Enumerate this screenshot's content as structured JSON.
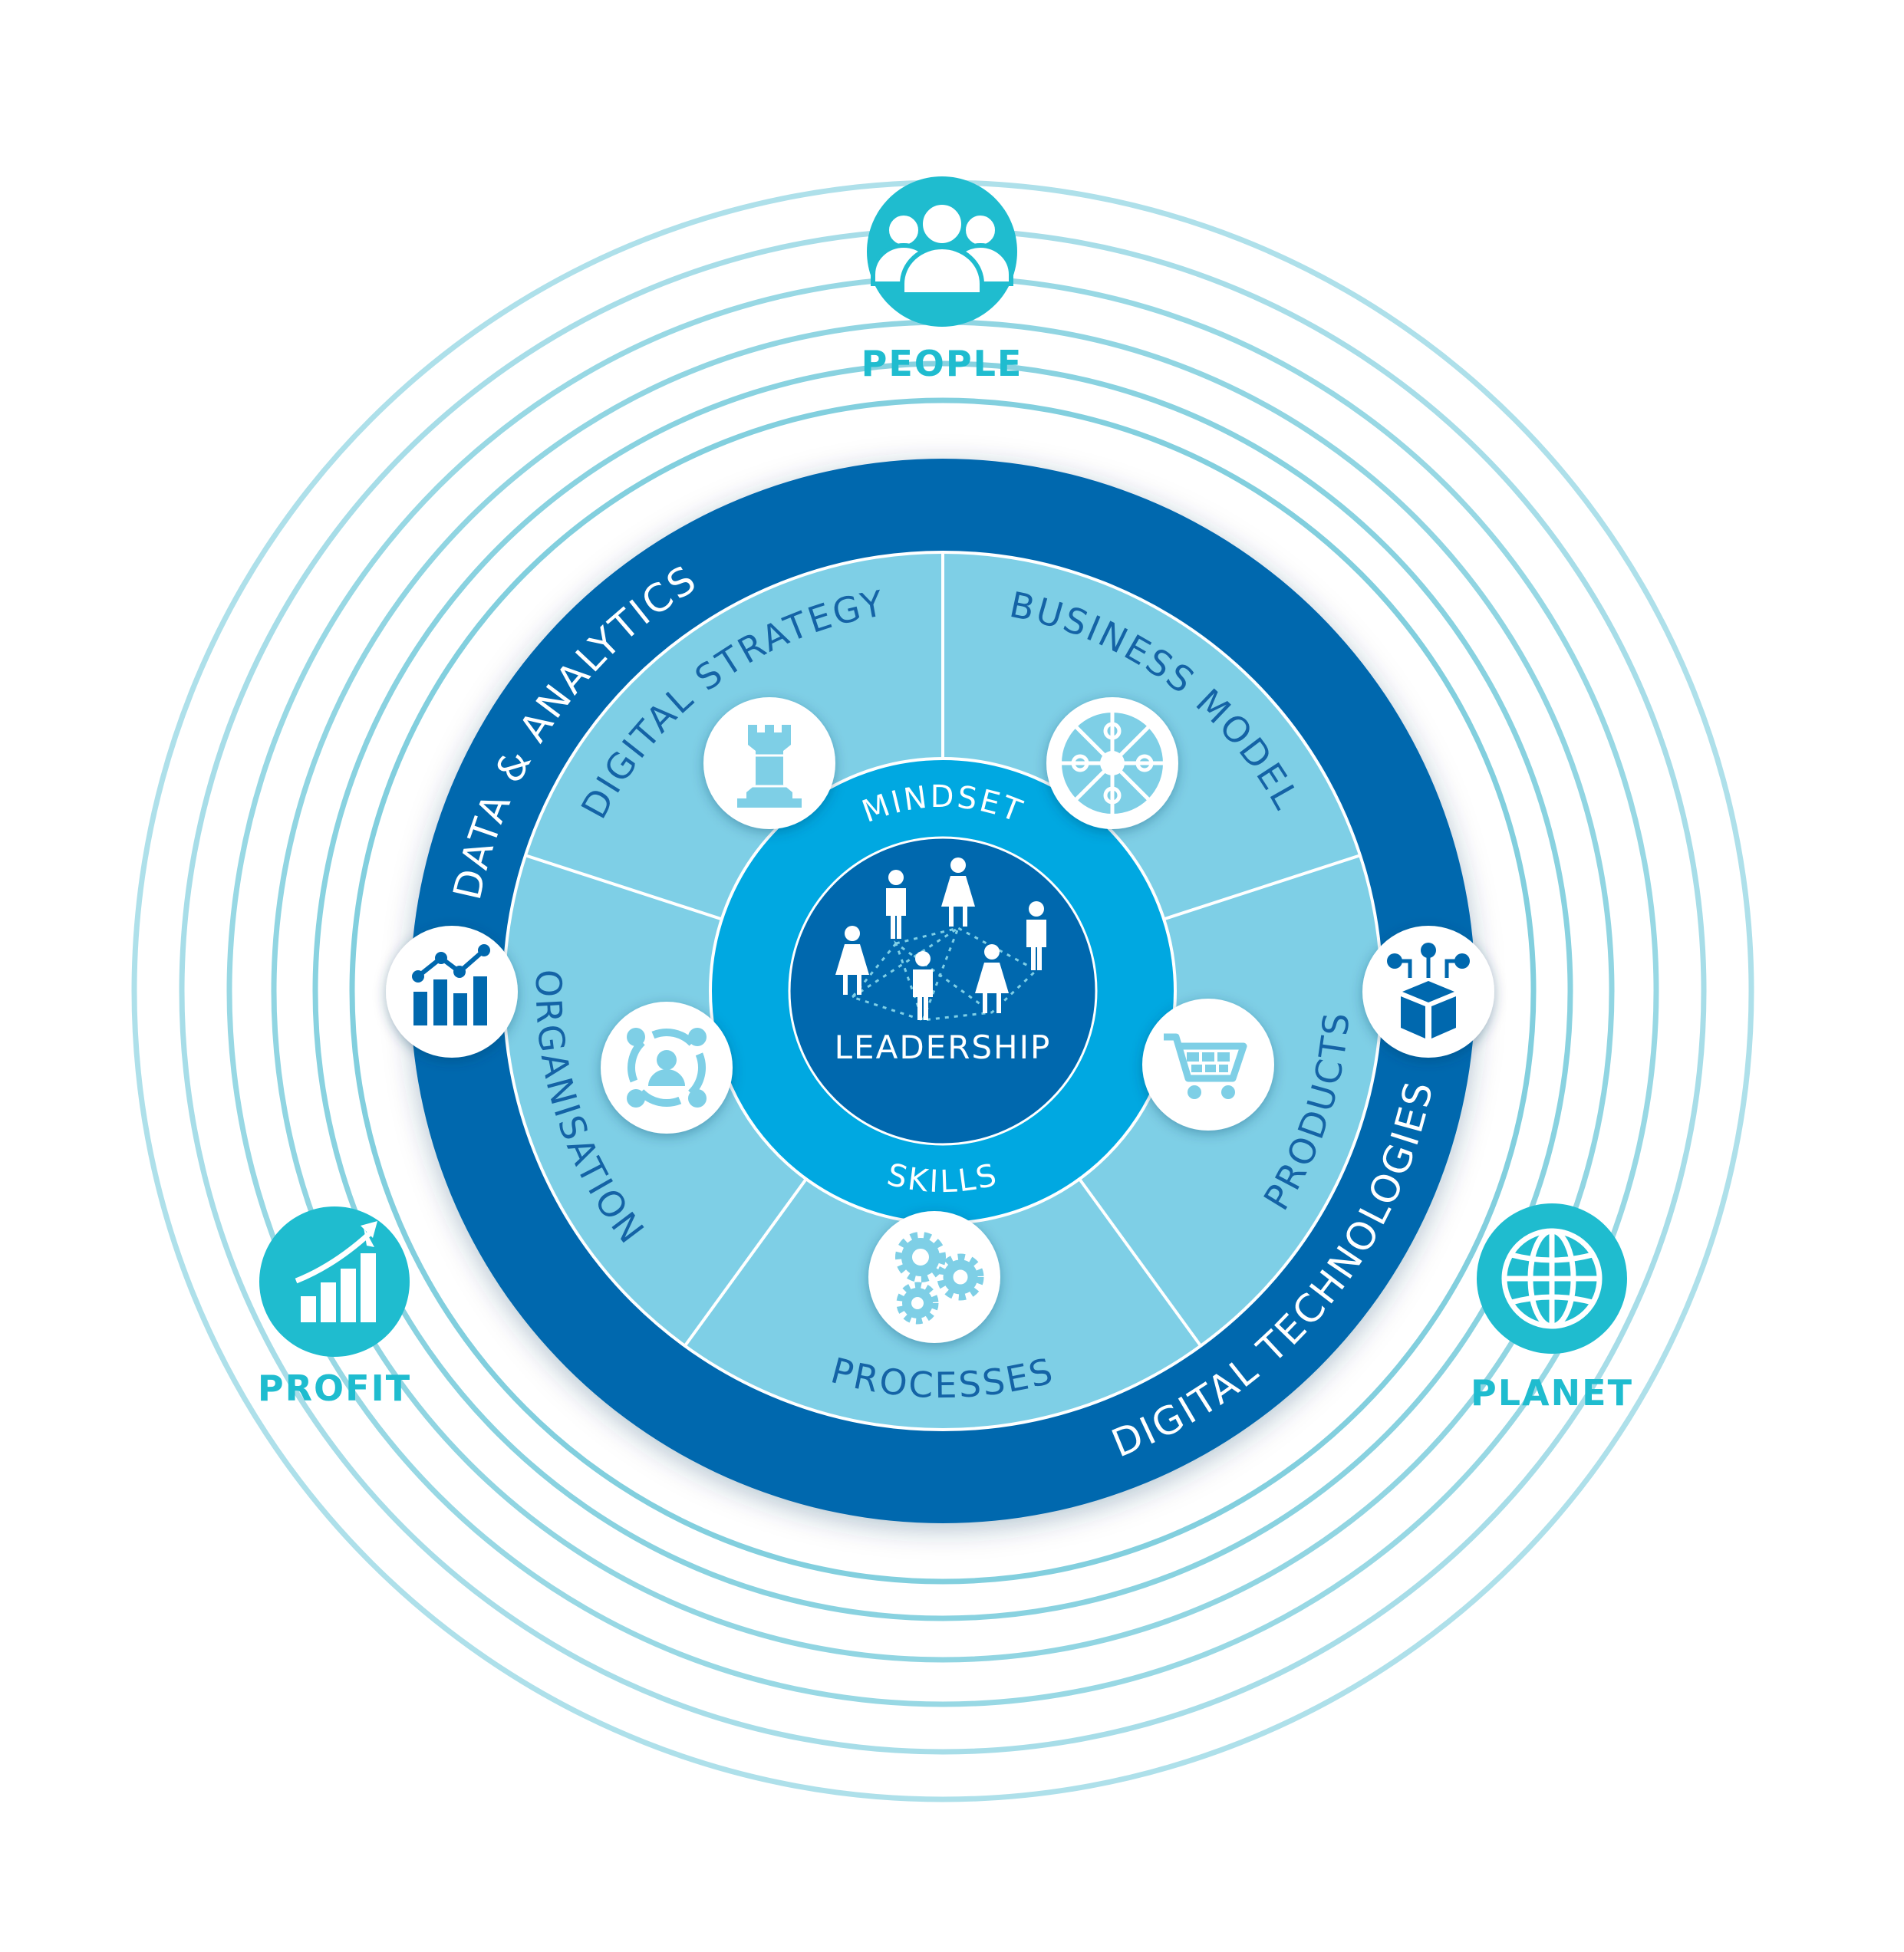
{
  "outcomes": {
    "people": {
      "label": "PEOPLE",
      "icon": "people-icon"
    },
    "profit": {
      "label": "PROFIT",
      "icon": "growth-chart-icon"
    },
    "planet": {
      "label": "PLANET",
      "icon": "globe-icon"
    }
  },
  "outer_ring": {
    "left": {
      "label": "DATA & ANALYTICS",
      "icon": "analytics-chart-icon"
    },
    "right": {
      "label": "DIGITAL TECHNOLOGIES",
      "icon": "connected-cube-icon"
    }
  },
  "segments": [
    {
      "label": "DIGITAL STRATEGY",
      "icon": "chess-rook-icon"
    },
    {
      "label": "BUSINESS MODEL",
      "icon": "puzzle-wheel-icon"
    },
    {
      "label": "PRODUCTS",
      "icon": "shopping-cart-icon"
    },
    {
      "label": "PROCESSES",
      "icon": "gears-icon"
    },
    {
      "label": "ORGANISATION",
      "icon": "organisation-icon"
    }
  ],
  "core": {
    "top": "MINDSET",
    "bottom": "SKILLS",
    "center": "LEADERSHIP",
    "icon": "team-network-icon"
  },
  "colors": {
    "dark_blue": "#0068AE",
    "segment_blue": "#7ECFE6",
    "core_blue": "#00A8E1",
    "teal": "#1FBCCF"
  }
}
